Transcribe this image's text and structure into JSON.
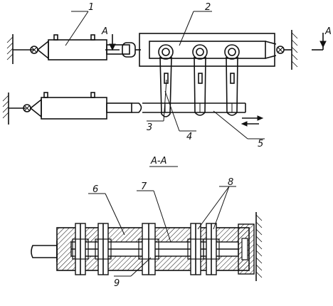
{
  "labels": {
    "l1": "1",
    "l2": "2",
    "l3": "3",
    "l4": "4",
    "l5": "5",
    "l6": "6",
    "l7": "7",
    "l8": "8",
    "l9": "9"
  },
  "view_marks": {
    "arrow_a_left": "A",
    "arrow_a_right": "A",
    "section": "A-A"
  }
}
